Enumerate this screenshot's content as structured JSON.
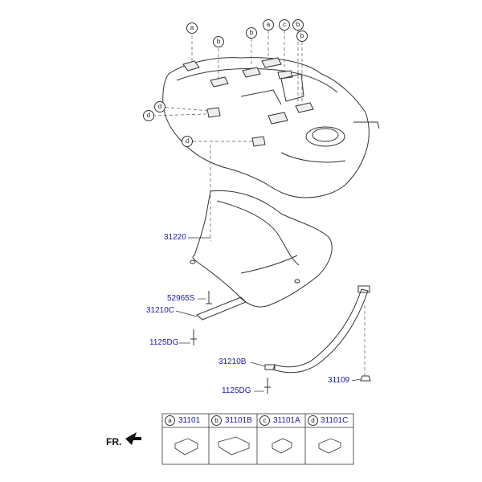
{
  "parts": {
    "p31220": "31220",
    "p52965S": "52965S",
    "p31210C": "31210C",
    "p1125DG_a": "1125DG",
    "p31210B": "31210B",
    "p1125DG_b": "1125DG",
    "p31109": "31109"
  },
  "callouts": [
    "a",
    "b",
    "b",
    "a",
    "c",
    "b",
    "b",
    "d",
    "d",
    "d"
  ],
  "front_label": "FR.",
  "table": [
    {
      "key": "a",
      "part": "31101"
    },
    {
      "key": "b",
      "part": "31101B"
    },
    {
      "key": "c",
      "part": "31101A"
    },
    {
      "key": "d",
      "part": "31101C"
    }
  ],
  "colors": {
    "part_text": "#1a1aa6",
    "line": "#333333"
  }
}
